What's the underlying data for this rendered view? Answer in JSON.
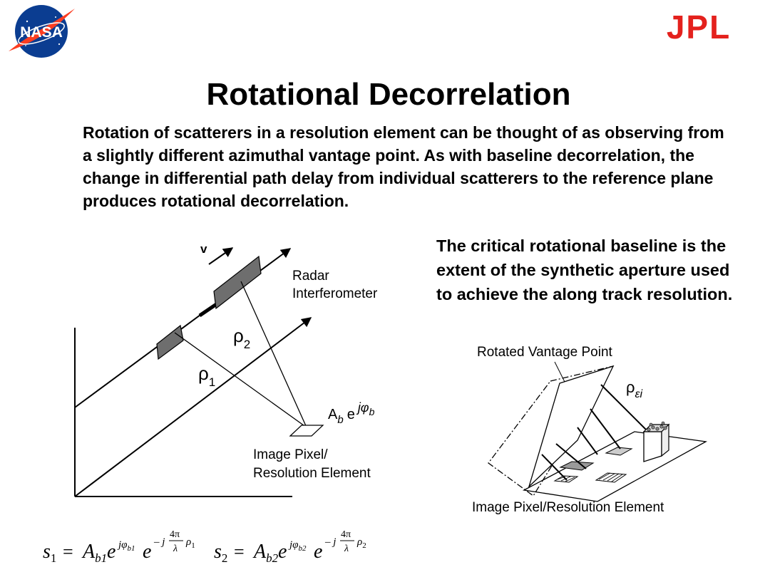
{
  "slide": {
    "title": "Rotational Decorrelation",
    "intro": "Rotation of scatterers in a resolution element can be thought of as observing from a slightly different azimuthal vantage point.  As with baseline decorrelation, the change in differential path delay from individual scatterers to the reference plane produces rotational decorrelation.",
    "critical_note": "The critical rotational baseline is the extent of the synthetic aperture used to achieve the along track resolution."
  },
  "logos": {
    "nasa_text": "NASA",
    "jpl_text": "JPL"
  },
  "figure_left": {
    "velocity_label": "v",
    "radar_label_1": "Radar",
    "radar_label_2": "Interferometer",
    "rho1_symbol": "ρ",
    "rho1_sub": "1",
    "rho2_symbol": "ρ",
    "rho2_sub": "2",
    "amp_base": "A",
    "amp_sub": "b",
    "amp_e": "e",
    "amp_exp": "jφ",
    "amp_exp_sub": "b",
    "pixel_label_1": "Image Pixel/",
    "pixel_label_2": "Resolution Element"
  },
  "figure_right": {
    "vantage_label": "Rotated Vantage Point",
    "rho_symbol": "ρ",
    "rho_sub": "εi",
    "pixel_label": "Image Pixel/Resolution Element"
  },
  "equations": {
    "s1": "s",
    "s1_sub": "1",
    "s2": "s",
    "s2_sub": "2",
    "eq": "=",
    "A": "A",
    "Ab1_sub": "b1",
    "Ab2_sub": "b2",
    "e": "e",
    "exp1": "jφ",
    "exp1_sub": "b1",
    "exp2": "jφ",
    "exp2_sub": "b2",
    "minus_j": "– j",
    "frac_num": "4π",
    "frac_den": "λ",
    "rho": "ρ",
    "rho1_sub": "1",
    "rho2_sub": "2"
  },
  "colors": {
    "nasa_blue": "#0b3d91",
    "nasa_red": "#fc3d21",
    "jpl_red": "#e4211d",
    "element_fill": "#6e6e6e"
  }
}
